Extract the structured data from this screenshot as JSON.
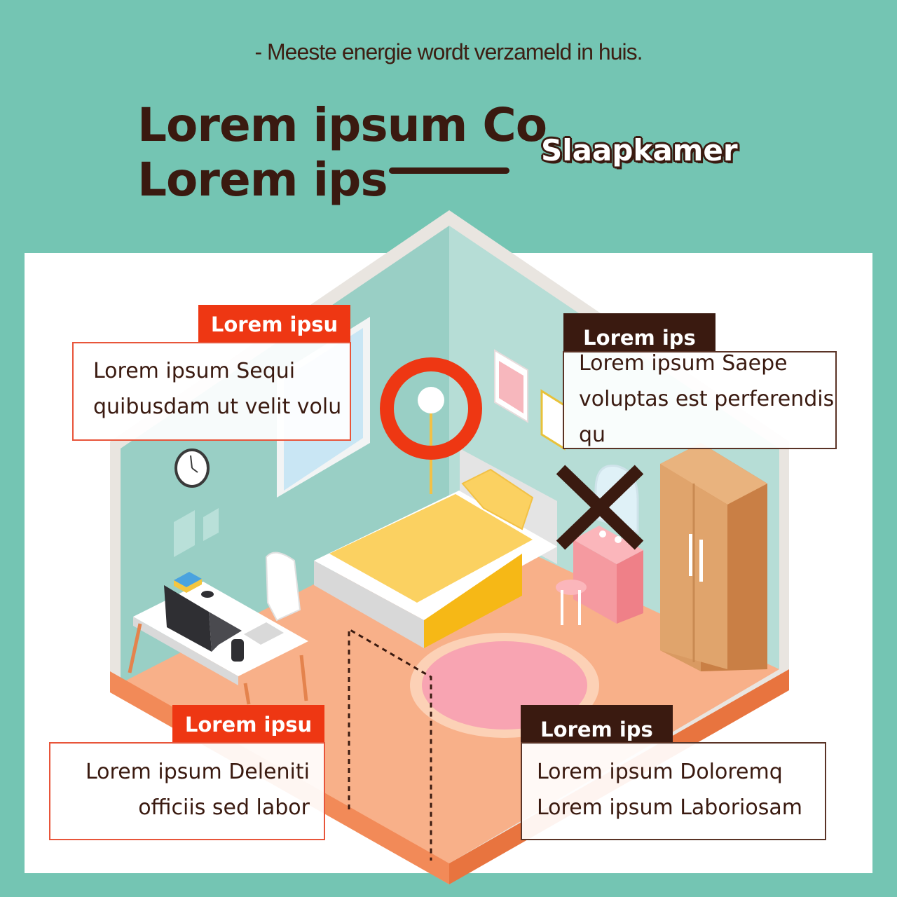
{
  "header": {
    "subtitle": "- Meeste energie wordt verzameld in huis.",
    "title_line1": "Lorem ipsum Co",
    "title_line2": "Lorem ips",
    "room_label": "Slaapkamer"
  },
  "callouts": [
    {
      "tag": "Lorem ipsu",
      "lines": [
        "Lorem ipsum Sequi",
        "quibusdam ut velit volu"
      ]
    },
    {
      "tag": "Lorem ips",
      "lines": [
        "Lorem ipsum Saepe",
        "voluptas est perferendis",
        "qu"
      ]
    },
    {
      "tag": "Lorem ipsu",
      "lines": [
        "Lorem ipsum Deleniti",
        "officiis sed labor"
      ]
    },
    {
      "tag": "Lorem ips",
      "lines": [
        "Lorem ipsum Doloremq",
        "Lorem ipsum Laboriosam"
      ]
    }
  ],
  "colors": {
    "background": "#74c5b3",
    "accent_red": "#ee3713",
    "accent_dark": "#3a1a10",
    "wall": "#9fd3c9",
    "floor": "#f7a77d"
  },
  "icons": [
    "lamp-target-icon",
    "cross-mark-icon",
    "wall-clock-icon"
  ]
}
